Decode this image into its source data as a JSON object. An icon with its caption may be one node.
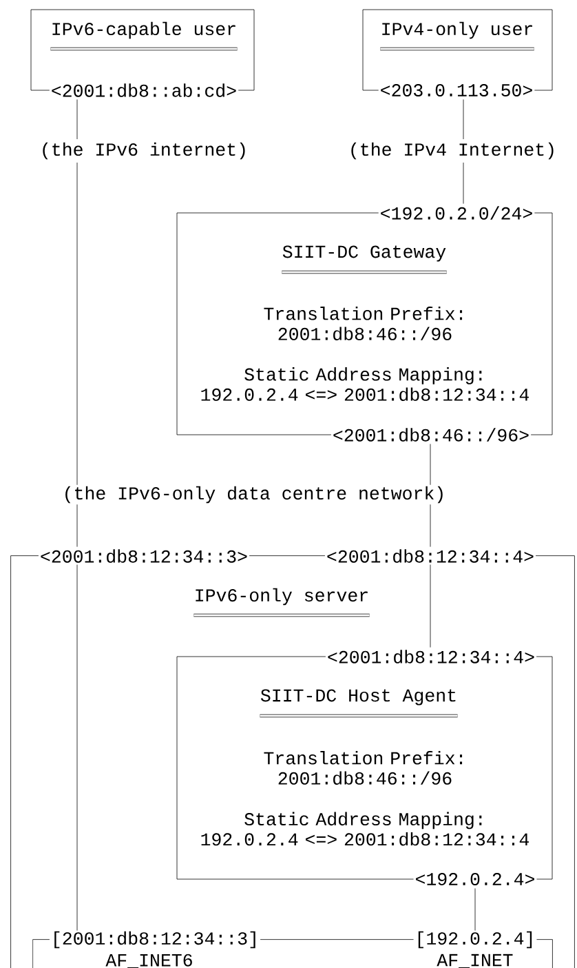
{
  "diagram": {
    "nodes": [
      {
        "text": [
          "IPv6-capable user",
          "<2001:db8::ab:cd>"
        ]
      },
      {
        "text": [
          "IPv4-only user",
          "<203.0.113.50>"
        ]
      },
      {
        "text": [
          "<192.0.2.0/24>",
          "SIIT-DC Gateway",
          "Translation Prefix: 2001:db8:46::/96",
          "Static Address Mapping: 192.0.2.4 <=> 2001:db8:12:34::4",
          "<2001:db8:46::/96>"
        ]
      },
      {
        "text": [
          "<2001:db8:12:34::3>",
          "<2001:db8:12:34::4>",
          "IPv6-only server"
        ]
      },
      {
        "text": [
          "<2001:db8:12:34::4>",
          "SIIT-DC Host Agent",
          "Translation Prefix: 2001:db8:46::/96",
          "Static Address Mapping: 192.0.2.4 <=> 2001:db8:12:34::4",
          "<192.0.2.4>"
        ],
        "in": 3
      },
      {
        "text": [
          "[2001:db8:12:34::3]",
          "[192.0.2.4]",
          "AF_INET6",
          "AF_INET"
        ],
        "in": 3
      }
    ],
    "edges": [
      {
        "from": 0,
        "to": 3,
        "arrow": "none",
        "label": "(the IPv6 internet)"
      },
      {
        "from": 1,
        "to": 2,
        "arrow": "none",
        "label": "(the IPv4 Internet)"
      },
      {
        "from": 2,
        "to": 3,
        "arrow": "none"
      },
      {
        "from": 3,
        "to": 4,
        "arrow": "none"
      },
      {
        "from": 3,
        "to": 5,
        "arrow": "none"
      },
      {
        "from": 4,
        "to": 5,
        "arrow": "none"
      }
    ],
    "labels": [
      "(the IPv6-only data centre network)"
    ]
  }
}
